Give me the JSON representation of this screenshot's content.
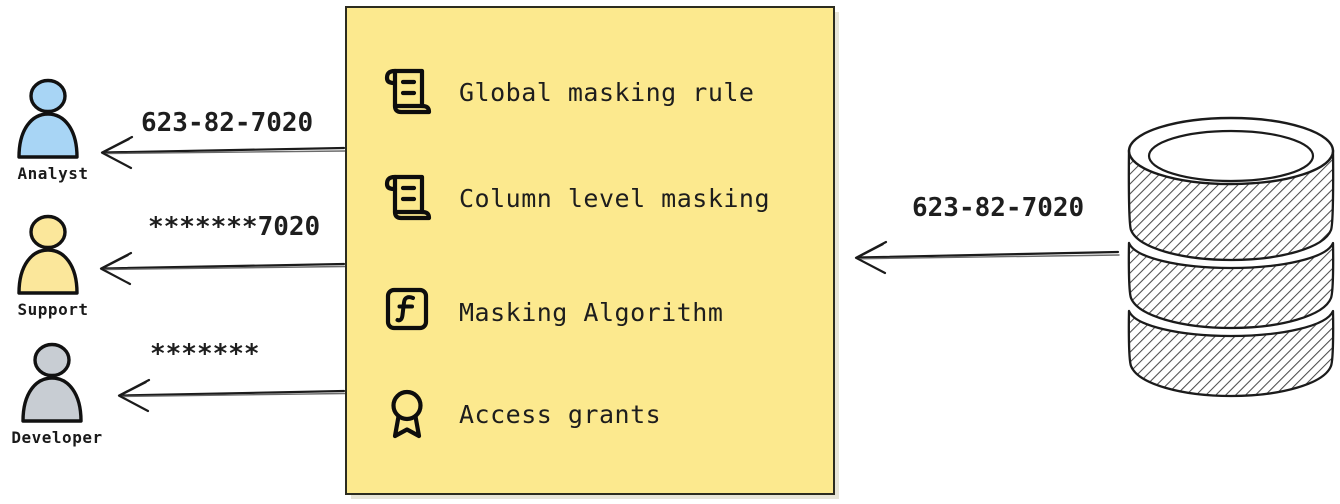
{
  "diagram": {
    "type": "data-masking-flow",
    "background_color": "#ffffff",
    "panel": {
      "name": "masking-policy-panel",
      "fill_color": "#fce98e",
      "border_color": "#2c2c1f",
      "items": [
        {
          "icon": "scroll-icon",
          "label": "Global masking rule"
        },
        {
          "icon": "scroll-icon",
          "label": "Column level masking"
        },
        {
          "icon": "function-box-icon",
          "label": "Masking Algorithm"
        },
        {
          "icon": "award-ribbon-icon",
          "label": "Access grants"
        }
      ]
    },
    "actors": [
      {
        "name": "analyst",
        "label": "Analyst",
        "color": "#a8d5f5",
        "outline": "#111111",
        "value": "623-82-7020"
      },
      {
        "name": "support",
        "label": "Support",
        "color": "#fbe79b",
        "outline": "#111111",
        "value": "*******7020"
      },
      {
        "name": "developer",
        "label": "Developer",
        "color": "#c8cdd3",
        "outline": "#111111",
        "value": "*******"
      }
    ],
    "source": {
      "name": "database",
      "icon": "database-cylinder-icon",
      "value": "623-82-7020",
      "fill_color": "#ffffff",
      "hatch_color": "#5a5a5a"
    },
    "arrows": [
      {
        "name": "arrow-to-analyst",
        "direction": "left",
        "label": "623-82-7020"
      },
      {
        "name": "arrow-to-support",
        "direction": "left",
        "label": "*******7020"
      },
      {
        "name": "arrow-to-developer",
        "direction": "left",
        "label": "*******"
      },
      {
        "name": "arrow-db-to-panel",
        "direction": "left",
        "label": "623-82-7020"
      }
    ]
  }
}
